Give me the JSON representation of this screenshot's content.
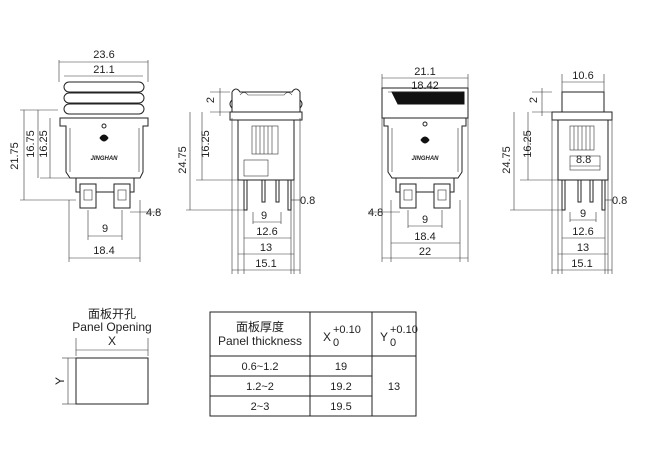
{
  "view1": {
    "dim_width_overall": "23.6",
    "dim_width_inner": "21.1",
    "dim_h_21_75": "21.75",
    "dim_h_16_75": "16.75",
    "dim_h_16_25": "16.25",
    "dim_4_8": "4.8",
    "dim_9": "9",
    "dim_18_4": "18.4",
    "brand": "JINGHAN"
  },
  "view2": {
    "dim_2": "2",
    "dim_16_25": "16.25",
    "dim_24_75": "24.75",
    "dim_0_8": "0.8",
    "dim_9": "9",
    "dim_12_6": "12.6",
    "dim_13": "13",
    "dim_15_1": "15.1"
  },
  "view3": {
    "dim_21_1": "21.1",
    "dim_18_42": "18.42",
    "dim_4_8": "4.8",
    "dim_9": "9",
    "dim_18_4": "18.4",
    "dim_22": "22",
    "brand": "JINGHAN"
  },
  "view4": {
    "dim_10_6": "10.6",
    "dim_2": "2",
    "dim_16_25": "16.25",
    "dim_24_75": "24.75",
    "dim_8_8": "8.8",
    "dim_0_8": "0.8",
    "dim_9": "9",
    "dim_12_6": "12.6",
    "dim_13": "13",
    "dim_15_1": "15.1"
  },
  "panel": {
    "title_cn": "面板开孔",
    "title_en": "Panel Opening",
    "x_label": "X",
    "y_label": "Y"
  },
  "table": {
    "header_cn": "面板厚度",
    "header_en": "Panel thickness",
    "x_col": "X",
    "x_tol_upper": "+0.10",
    "x_tol_lower": "0",
    "y_col": "Y",
    "y_tol_upper": "+0.10",
    "y_tol_lower": "0",
    "rows": [
      {
        "thickness": "0.6~1.2",
        "x": "19"
      },
      {
        "thickness": "1.2~2",
        "x": "19.2"
      },
      {
        "thickness": "2~3",
        "x": "19.5"
      }
    ],
    "y_value": "13"
  }
}
